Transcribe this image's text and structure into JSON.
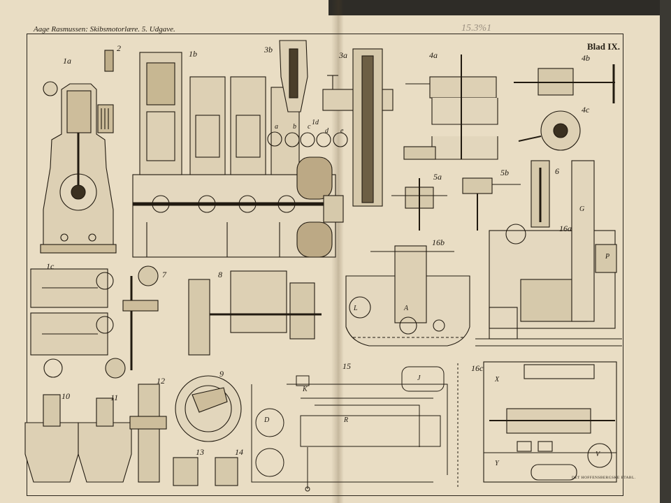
{
  "header": {
    "author_title": "Aage Rasmussen: Skibsmotorlære. 5. Udgave.",
    "plate": "Blad IX.",
    "pencil_mark": "15.3%1"
  },
  "printer_mark": "DET HOFFENSBERGSKE ETABL.",
  "figures": {
    "f1a": "1a",
    "f2": "2",
    "f1b": "1b",
    "f3b": "3b",
    "f3a": "3a",
    "f4a": "4a",
    "f4b": "4b",
    "f4c": "4c",
    "f1d": "1d",
    "f6": "6",
    "f5a": "5a",
    "f5b": "5b",
    "f16a": "16a",
    "f16b": "16b",
    "f1c": "1c",
    "f7": "7",
    "f8": "8",
    "f9": "9",
    "f10": "10",
    "f11": "11",
    "f12": "12",
    "f13": "13",
    "f14": "14",
    "f15": "15",
    "f16c": "16c"
  },
  "detail_letters": {
    "a": "a",
    "b": "b",
    "c": "c",
    "d": "d",
    "e": "e",
    "A": "A",
    "L": "L",
    "D": "D",
    "J": "J",
    "K": "K",
    "R": "R",
    "V": "V",
    "P": "P",
    "X": "X",
    "Y": "Y",
    "G": "G"
  }
}
